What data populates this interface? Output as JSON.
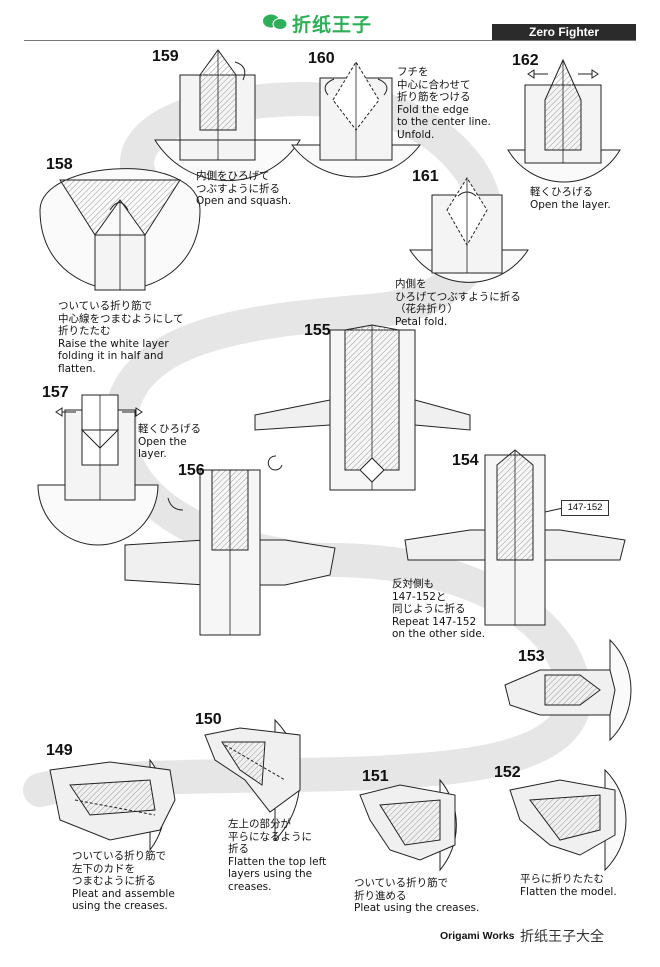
{
  "header": {
    "watermark": "折纸王子",
    "title": "Zero Fighter"
  },
  "steps": [
    {
      "num": "159",
      "caption": [
        "内側をひろげて",
        "つぶすように折る",
        "Open and squash."
      ]
    },
    {
      "num": "160",
      "caption": [
        "フチを",
        "中心に合わせて",
        "折り筋をつける",
        "Fold the edge",
        "to the center line.",
        "Unfold."
      ]
    },
    {
      "num": "162",
      "caption": [
        "軽くひろげる",
        "Open the layer."
      ]
    },
    {
      "num": "161",
      "caption": [
        "内側を",
        "ひろげてつぶすように折る",
        "（花弁折り）",
        "Petal fold."
      ]
    },
    {
      "num": "158",
      "caption": [
        "ついている折り筋で",
        "中心線をつまむようにして",
        "折りたたむ",
        "Raise the white layer",
        "folding it in half and",
        "flatten."
      ]
    },
    {
      "num": "157",
      "caption": [
        "軽くひろげる",
        "Open the",
        "layer."
      ]
    },
    {
      "num": "155",
      "caption": []
    },
    {
      "num": "156",
      "caption": []
    },
    {
      "num": "154",
      "caption": [
        "反対側も",
        "147-152と",
        "同じように折る",
        "Repeat 147-152",
        "on the other side."
      ]
    },
    {
      "num": "153",
      "caption": []
    },
    {
      "num": "150",
      "caption": [
        "左上の部分が",
        "平らになるように",
        "折る",
        "Flatten the top left",
        "layers using the",
        "creases."
      ]
    },
    {
      "num": "149",
      "caption": [
        "ついている折り筋で",
        "左下のカドを",
        "つまむように折る",
        "Pleat and assemble",
        "using the creases."
      ]
    },
    {
      "num": "151",
      "caption": [
        "ついている折り筋で",
        "折り進める",
        "Pleat using the creases."
      ]
    },
    {
      "num": "152",
      "caption": [
        "平らに折りたたむ",
        "Flatten the model."
      ]
    }
  ],
  "ref_box": "147-152",
  "footer": {
    "text": "Origami Works",
    "watermark": "折纸王子大全"
  }
}
